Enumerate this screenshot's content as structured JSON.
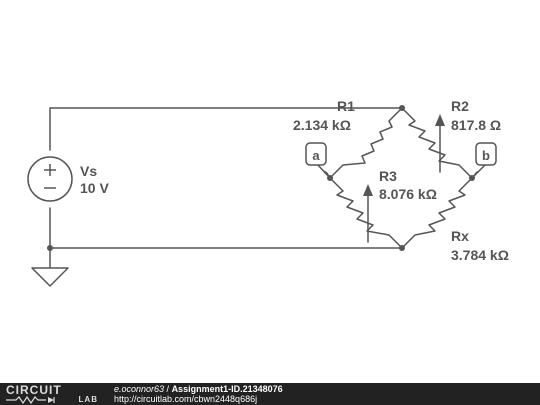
{
  "circuit": {
    "source": {
      "name": "Vs",
      "value": "10 V"
    },
    "resistors": [
      {
        "name": "R1",
        "value": "2.134 kΩ"
      },
      {
        "name": "R2",
        "value": "817.8 Ω"
      },
      {
        "name": "R3",
        "value": "8.076 kΩ"
      },
      {
        "name": "Rx",
        "value": "3.784 kΩ"
      }
    ],
    "probes": [
      {
        "label": "a"
      },
      {
        "label": "b"
      }
    ]
  },
  "footer": {
    "logo_top": "CIRCUIT",
    "logo_bottom": "LAB",
    "author": "e.oconnor63",
    "separator": " / ",
    "title": "Assignment1-ID.21348076",
    "url": "http://circuitlab.com/cbwn2448q686j"
  },
  "colors": {
    "wire": "#555555",
    "footer_bg": "#222222",
    "footer_text": "#ffffff"
  }
}
